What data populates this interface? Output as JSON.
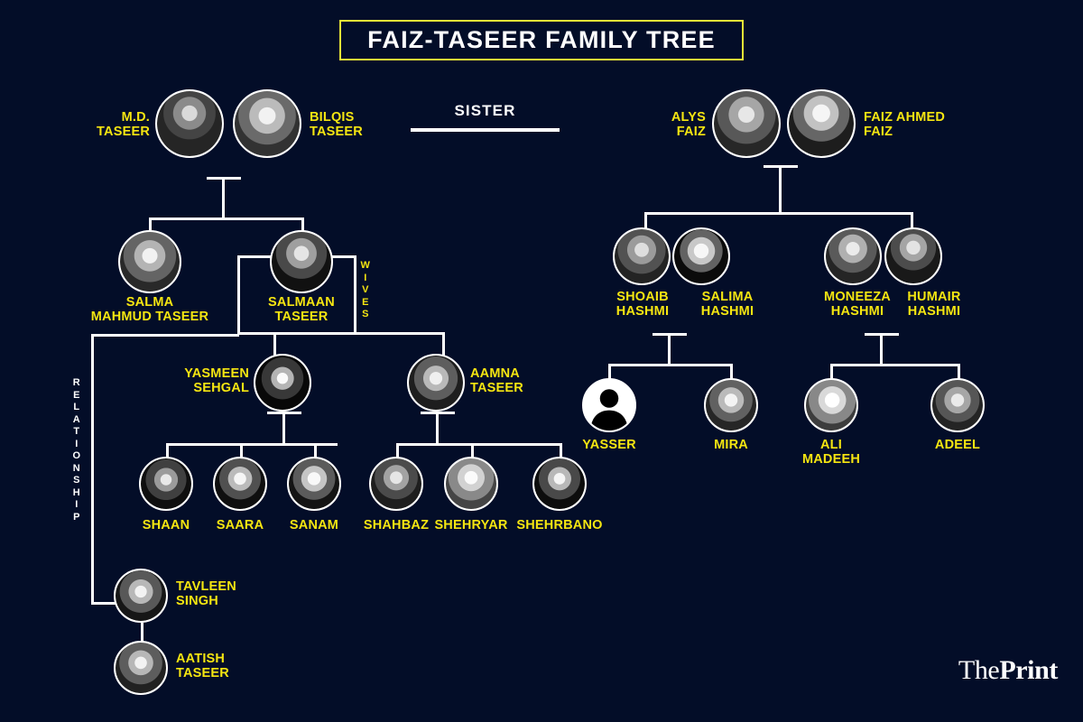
{
  "title": "FAIZ-TASEER FAMILY TREE",
  "brand": {
    "the": "The",
    "print": "Print"
  },
  "labels": {
    "sister": "SISTER",
    "wives": "W\nI\nV\nE\nS",
    "relationship": "R\nE\nL\nA\nT\nI\nO\nN\nS\nH\nI\nP"
  },
  "colors": {
    "background": "#030d28",
    "name_yellow": "#f5e511",
    "line_white": "#ffffff",
    "title_border": "#e8e637"
  },
  "people": {
    "md_taseer": {
      "name": "M.D.\nTASEER"
    },
    "bilqis_taseer": {
      "name": "BILQIS\nTASEER"
    },
    "alys_faiz": {
      "name": "ALYS\nFAIZ"
    },
    "faiz_ahmed_faiz": {
      "name": "FAIZ AHMED\nFAIZ"
    },
    "salma_mahmud_taseer": {
      "name": "SALMA\nMAHMUD TASEER"
    },
    "salmaan_taseer": {
      "name": "SALMAAN\nTASEER"
    },
    "shoaib_hashmi": {
      "name": "SHOAIB\nHASHMI"
    },
    "salima_hashmi": {
      "name": "SALIMA\nHASHMI"
    },
    "moneeza_hashmi": {
      "name": "MONEEZA\nHASHMI"
    },
    "humair_hashmi": {
      "name": "HUMAIR\nHASHMI"
    },
    "yasmeen_sehgal": {
      "name": "YASMEEN\nSEHGAL"
    },
    "aamna_taseer": {
      "name": "AAMNA\nTASEER"
    },
    "yasser": {
      "name": "YASSER"
    },
    "mira": {
      "name": "MIRA"
    },
    "ali_madeeh": {
      "name": "ALI\nMADEEH"
    },
    "adeel": {
      "name": "ADEEL"
    },
    "shaan": {
      "name": "SHAAN"
    },
    "saara": {
      "name": "SAARA"
    },
    "sanam": {
      "name": "SANAM"
    },
    "shahbaz": {
      "name": "SHAHBAZ"
    },
    "shehryar": {
      "name": "SHEHRYAR"
    },
    "shehrbano": {
      "name": "SHEHRBANO"
    },
    "tavleen_singh": {
      "name": "TAVLEEN\nSINGH"
    },
    "aatish_taseer": {
      "name": "AATISH\nTASEER"
    }
  }
}
